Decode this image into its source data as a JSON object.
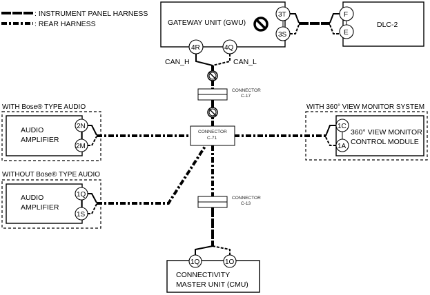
{
  "legend": {
    "instrument_panel": ": INSTRUMENT PANEL HARNESS",
    "rear": ": REAR HARNESS"
  },
  "units": {
    "gwu": {
      "label": "GATEWAY UNIT (GWU)",
      "pins": [
        "3T",
        "3S",
        "4R",
        "4Q"
      ]
    },
    "dlc": {
      "label": "DLC-2",
      "pins": [
        "F",
        "E"
      ]
    },
    "amp_bose": {
      "section": "WITH Bose® TYPE AUDIO",
      "line1": "AUDIO",
      "line2": "AMPLIFIER",
      "pins": [
        "2N",
        "2M"
      ]
    },
    "amp_nobose": {
      "section": "WITHOUT Bose® TYPE AUDIO",
      "line1": "AUDIO",
      "line2": "AMPLIFIER",
      "pins": [
        "1Q",
        "1S"
      ]
    },
    "svm": {
      "section": "WITH 360° VIEW MONITOR SYSTEM",
      "line1": "360° VIEW MONITOR",
      "line2": "CONTROL MODULE",
      "pins": [
        "1C",
        "1A"
      ]
    },
    "cmu": {
      "line1": "CONNECTIVITY",
      "line2": "MASTER UNIT (CMU)",
      "pins": [
        "1Q",
        "1O"
      ]
    }
  },
  "signals": {
    "can_h": "CAN_H",
    "can_l": "CAN_L"
  },
  "connectors": {
    "c17": {
      "line1": "CONNECTOR",
      "line2": "C-17"
    },
    "c71": {
      "line1": "CONNECTOR",
      "line2": "C-71"
    },
    "c13": {
      "line1": "CONNECTOR",
      "line2": "C-13"
    }
  },
  "icons": {
    "no_symbol": "prohibited-circle"
  }
}
